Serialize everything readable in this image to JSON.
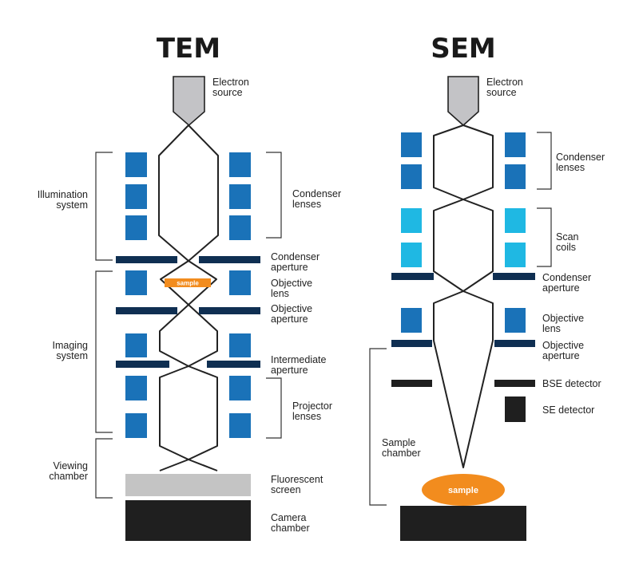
{
  "tem": {
    "title": "TEM",
    "labels": {
      "electron_source": [
        "Electron",
        "source"
      ],
      "condenser_lenses": [
        "Condenser",
        "lenses"
      ],
      "condenser_aperture": [
        "Condenser",
        "aperture"
      ],
      "objective_lens": [
        "Objective",
        "lens"
      ],
      "objective_aperture": [
        "Objective",
        "aperture"
      ],
      "intermediate_aperture": [
        "Intermediate",
        "aperture"
      ],
      "projector_lenses": [
        "Projector",
        "lenses"
      ],
      "fluorescent_screen": [
        "Fluorescent",
        "screen"
      ],
      "camera_chamber": [
        "Camera",
        "chamber"
      ],
      "illumination_system": [
        "Illumination",
        "system"
      ],
      "imaging_system": [
        "Imaging",
        "system"
      ],
      "viewing_chamber": [
        "Viewing",
        "chamber"
      ]
    },
    "sample_label": "sample"
  },
  "sem": {
    "title": "SEM",
    "labels": {
      "electron_source": [
        "Electron",
        "source"
      ],
      "condenser_lenses": [
        "Condenser",
        "lenses"
      ],
      "scan_coils": [
        "Scan",
        "coils"
      ],
      "condenser_aperture": [
        "Condenser",
        "aperture"
      ],
      "objective_lens": [
        "Objective",
        "lens"
      ],
      "objective_aperture": [
        "Objective",
        "aperture"
      ],
      "bse_detector": [
        "BSE detector"
      ],
      "se_detector": [
        "SE detector"
      ],
      "sample_chamber": [
        "Sample",
        "chamber"
      ]
    },
    "sample_label": "sample"
  },
  "colors": {
    "lens_blue": "#1a72b8",
    "coil_cyan": "#1fb8e3",
    "aperture_navy": "#0f2f52",
    "detector_black": "#1f1f1f",
    "source_gray": "#c3c3c6",
    "screen_gray": "#c4c4c4",
    "sample_orange": "#f28c1e"
  }
}
